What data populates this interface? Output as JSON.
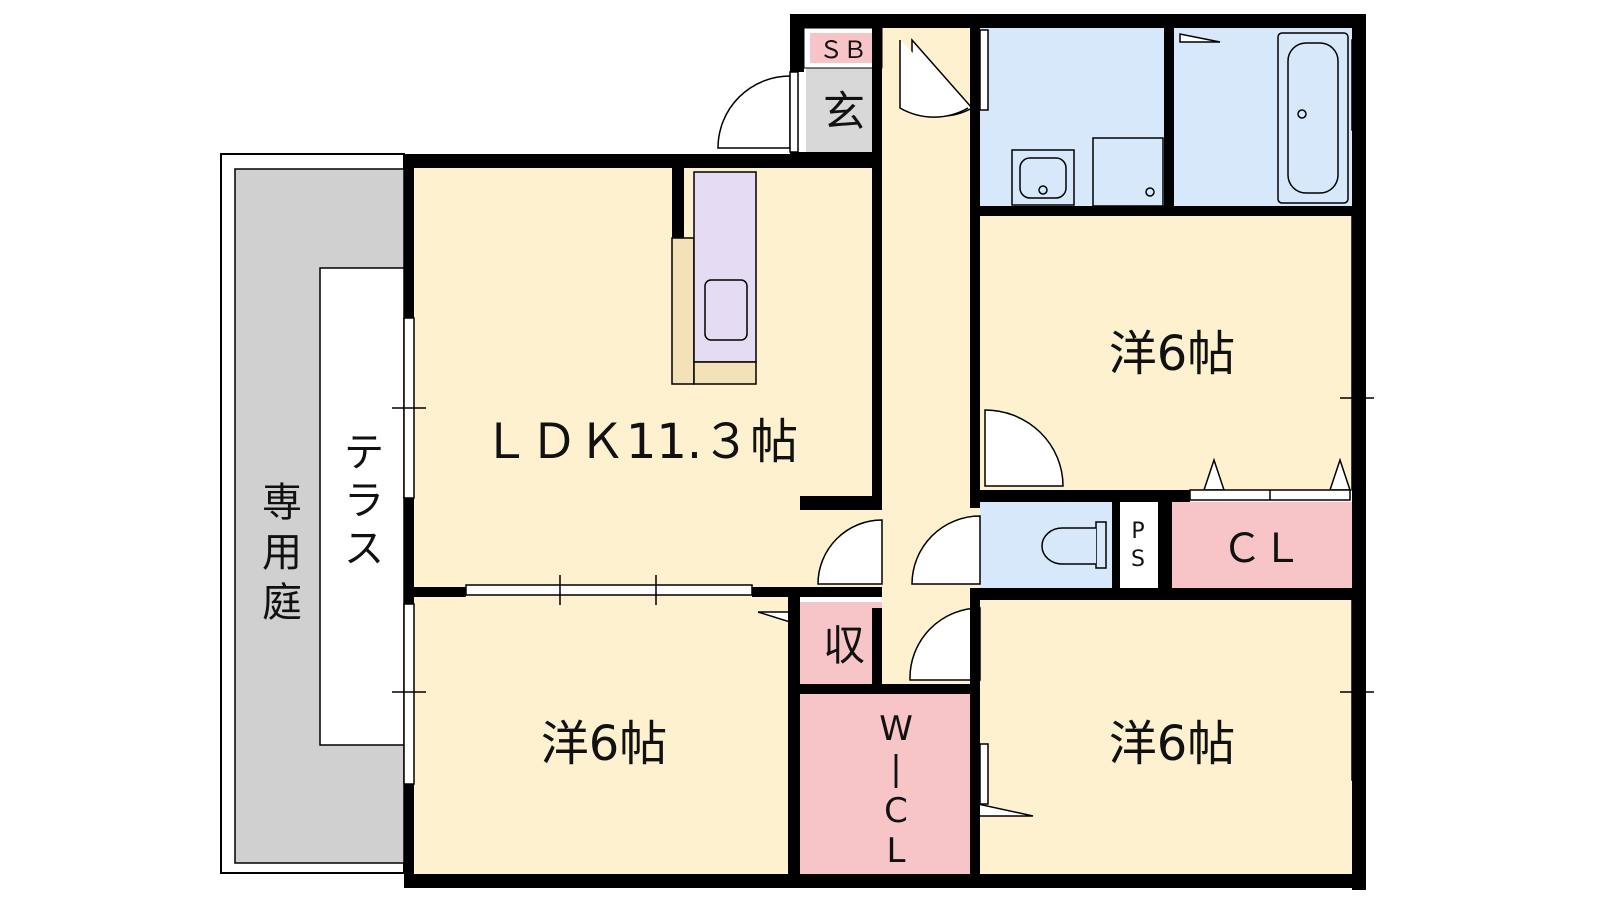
{
  "colors": {
    "room_floor": "#fdf1cf",
    "wet_area": "#d6e8fa",
    "storage_pink": "#f7c5c8",
    "garden_gray": "#d0d0d0",
    "kitchen_purple": "#e5dbf3",
    "wall": "#000000"
  },
  "rooms": {
    "ldk": "ＬＤＫ11.３帖",
    "western_top_right": "洋6帖",
    "western_bottom_left": "洋6帖",
    "western_bottom_right": "洋6帖",
    "entrance": "玄",
    "shoe_box": "ＳＢ",
    "storage": "収",
    "closet": "ＣＬ",
    "pipe_space": [
      "P",
      "S"
    ],
    "walk_in_closet": [
      "W",
      "|",
      "C",
      "L"
    ],
    "terrace": [
      "テ",
      "ラ",
      "ス"
    ],
    "private_garden": [
      "専",
      "用",
      "庭"
    ]
  },
  "icons": {
    "kitchen": "kitchen-sink-counter-icon",
    "washbasin": "washbasin-icon",
    "washer": "washing-machine-icon",
    "bathtub": "bathtub-icon",
    "toilet": "toilet-icon"
  }
}
